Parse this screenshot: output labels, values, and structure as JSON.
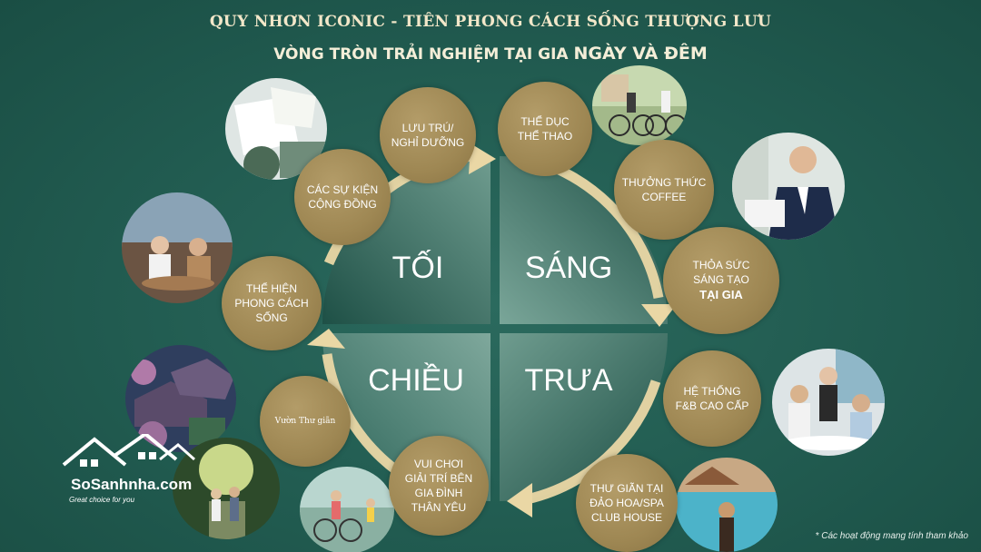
{
  "header": {
    "title": "QUY NHƠN ICONIC - TIÊN PHONG CÁCH SỐNG THƯỢNG LƯU",
    "subtitle_a": "VÒNG TRÒN TRẢI NGHIỆM TẠI GIA ",
    "subtitle_b": "NGÀY VÀ ĐÊM"
  },
  "quadrants": {
    "toi": "TỐI",
    "sang": "SÁNG",
    "chieu": "CHIỀU",
    "trua": "TRƯA"
  },
  "bubbles": {
    "luu_tru": [
      "LƯU TRÚ/",
      "NGHỈ DƯỠNG"
    ],
    "the_duc": [
      "THỂ DỤC",
      "THỂ THAO"
    ],
    "su_kien": [
      "CÁC SỰ KIỆN",
      "CỘNG ĐỒNG"
    ],
    "coffee": [
      "THƯỞNG THỨC",
      "COFFEE"
    ],
    "sang_tao": [
      "THỎA SỨC",
      "SÁNG TẠO"
    ],
    "sang_tao_bold": "TẠI GIA",
    "phong_cach": [
      "THỂ HIỆN",
      "PHONG CÁCH SỐNG"
    ],
    "fnb": [
      "HỆ THỐNG",
      "F&B CAO CẤP"
    ],
    "vuon": "Vườn Thư giãn",
    "vui_choi": [
      "VUI CHƠI",
      "GIẢI TRÍ BÊN",
      "GIA ĐÌNH",
      "THÂN YÊU"
    ],
    "spa": [
      "THƯ GIÃN TẠI",
      "ĐẢO HOA/SPA",
      "CLUB HOUSE"
    ]
  },
  "footnote": "* Các hoạt động mang tính tham khảo",
  "logo": {
    "name": "SoSanhnha.com",
    "tagline": "Great choice for you"
  },
  "colors": {
    "background": "#215b50",
    "bubble_gold": "#9e8753",
    "arrow_cream": "#ead7a5",
    "quadrant_dark": "#1d4f45",
    "quadrant_light": "#6f9c8f"
  }
}
